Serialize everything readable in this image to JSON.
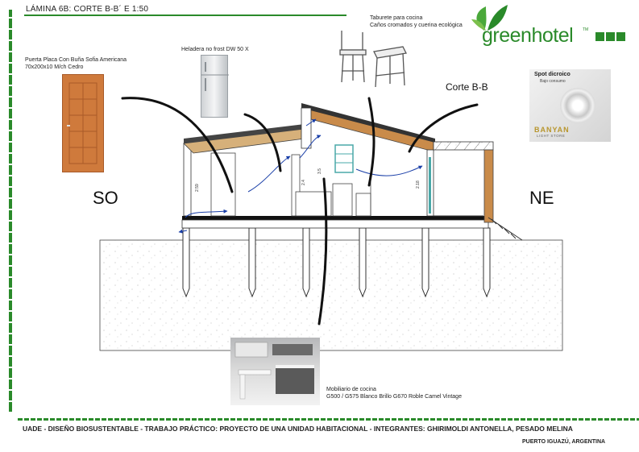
{
  "sheet": {
    "title": "LÁMINA 6B: CORTE B-B´ E 1:50",
    "section_label": "Corte B-B",
    "orientation_left": "SO",
    "orientation_right": "NE"
  },
  "brand": {
    "name": "greenhotel",
    "trademark": "TM",
    "color": "#2a8a2a"
  },
  "products": {
    "door": {
      "line1": "Puerta Placa Con Buña Sofia Americana",
      "line2": "70x200x10 M/ch Cedro"
    },
    "fridge": {
      "line1": "Heladera no frost DW 50 X"
    },
    "stool": {
      "line1": "Taburete para cocina",
      "line2": "Caños cromados y cuerina ecológica"
    },
    "spot": {
      "line1": "Spot dicroico",
      "line2": "Bajo consumo",
      "brand": "BANYAN",
      "store": "LIGHT STORE"
    },
    "kitchen": {
      "line1": "Mobiliario de cocina",
      "line2": "G500 / G575 Blanco Brillo G670 Roble Camel Vintage"
    }
  },
  "dimensions": [
    "2.59",
    "2.4",
    "3.5",
    "2.18"
  ],
  "footer": {
    "text": "UADE - DISEÑO BIOSUSTENTABLE - TRABAJO PRÁCTICO: PROYECTO DE UNA UNIDAD HABITACIONAL - INTEGRANTES: GHIRIMOLDI ANTONELLA, PESADO MELINA",
    "place": "PUERTO IGUAZÚ, ARGENTINA"
  }
}
